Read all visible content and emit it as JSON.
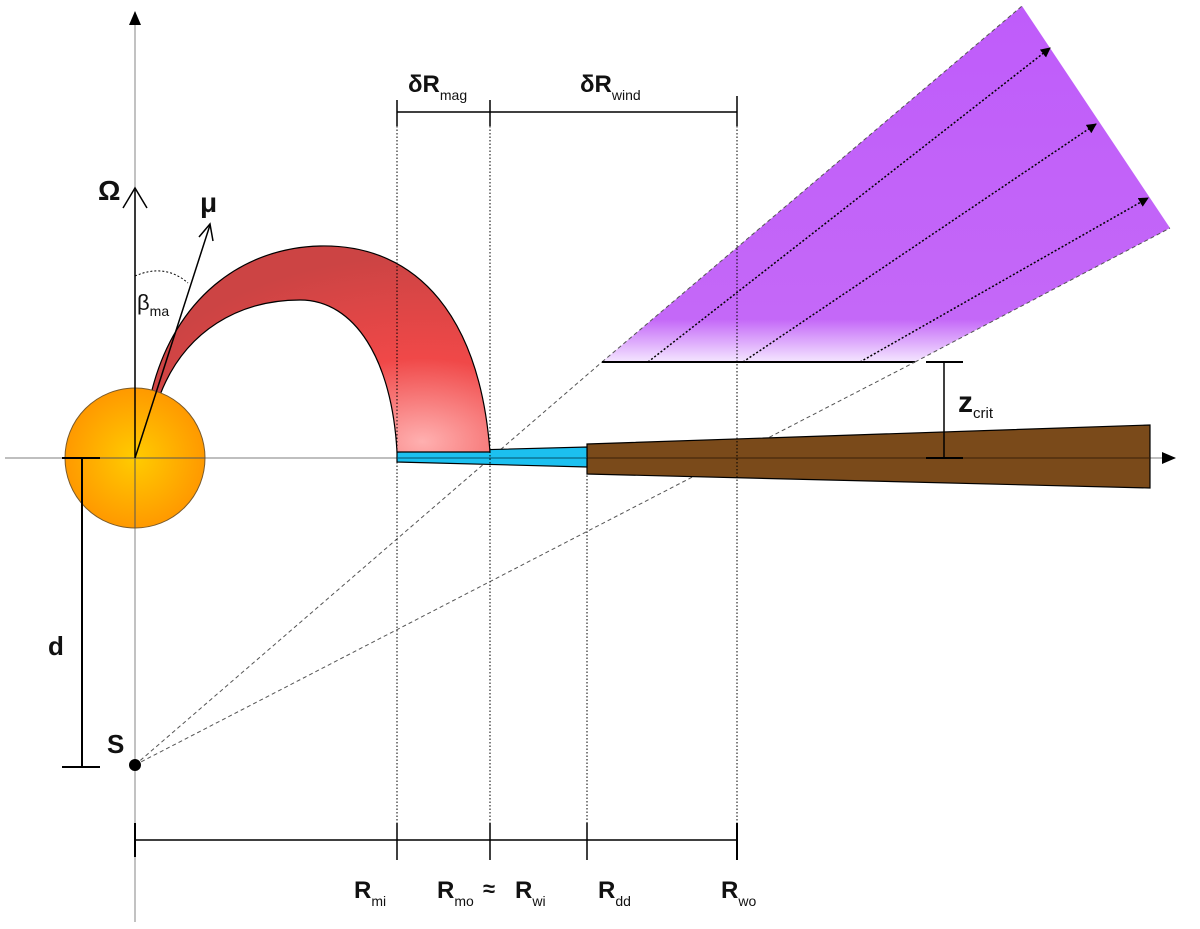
{
  "diagram": {
    "title": "Magnetospheric accretion, disk wind and dust disk geometry",
    "axes": {
      "rotation_axis_label": "Ω",
      "magnetic_moment_label": "μ"
    },
    "angle": {
      "symbol": "β",
      "subscript": "ma"
    },
    "source": {
      "label": "S"
    },
    "distance": {
      "label": "d"
    },
    "top_brackets": [
      {
        "symbol": "δR",
        "subscript": "mag"
      },
      {
        "symbol": "δR",
        "subscript": "wind"
      }
    ],
    "z_crit": {
      "symbol": "z",
      "subscript": "crit"
    },
    "bottom_labels": [
      {
        "symbol": "R",
        "subscript": "mi"
      },
      {
        "symbol": "R",
        "subscript": "mo"
      },
      {
        "symbol": "≈"
      },
      {
        "symbol": "R",
        "subscript": "wi"
      },
      {
        "symbol": "R",
        "subscript": "dd"
      },
      {
        "symbol": "R",
        "subscript": "wo"
      }
    ],
    "regions": [
      {
        "name": "star",
        "color": "#ff9900"
      },
      {
        "name": "magnetospheric-accretion-funnel",
        "color": "#e84848"
      },
      {
        "name": "inner-gas-disk",
        "color": "#1cc0f0"
      },
      {
        "name": "dust-disk",
        "color": "#7a4a1a"
      },
      {
        "name": "disk-wind",
        "color": "#c060f8"
      }
    ]
  }
}
